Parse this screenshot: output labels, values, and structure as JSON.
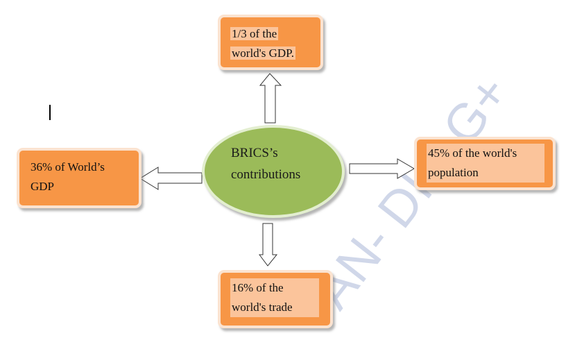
{
  "diagram": {
    "center": {
      "line1": "BRICS’s",
      "line2": "contributions"
    },
    "top": {
      "line1": "1/3 of the",
      "line2": "world's GDP."
    },
    "right": {
      "line1": "45% of the world's",
      "line2": "population"
    },
    "left": {
      "line1": "36% of World’s",
      "line2": "GDP"
    },
    "bottom": {
      "line1": "16% of the",
      "line2": "world's trade"
    }
  },
  "watermark": {
    "text": "AN- DIC-G+ 24"
  },
  "colors": {
    "box_fill": "#f79646",
    "box_highlight": "#fbc49b",
    "center_fill": "#9bbb59",
    "watermark": "#c8d1e6"
  }
}
